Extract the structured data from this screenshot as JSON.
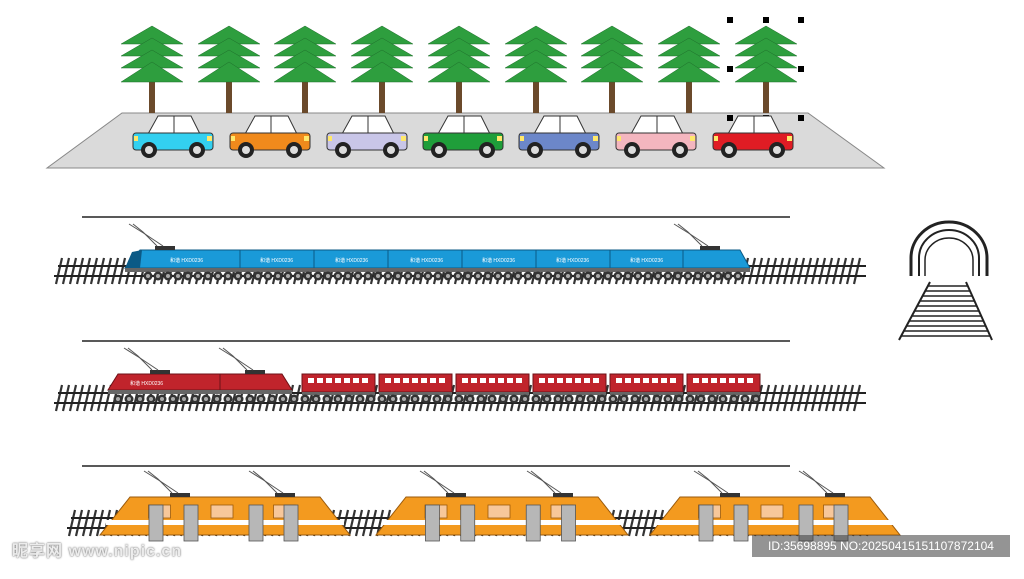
{
  "colors": {
    "tree": "#2e9e3e",
    "trunk": "#6b4a2b",
    "road": "#dadada",
    "cars": [
      "#33d0f0",
      "#f08a1c",
      "#c9c6e8",
      "#1f9e3a",
      "#6c87c9",
      "#f4b6bf",
      "#e01c24"
    ],
    "blue_train": "#1a9ad8",
    "red_train": "#c0242c",
    "orange_train": "#f39a1f"
  },
  "trains": {
    "blue_loco_text": "和谐 HXD0236",
    "red_loco_text": "和谐 HXD0236"
  },
  "watermarks": {
    "left": "昵享网 www.nipic.cn",
    "right": "ID:35698895 NO:20250415151107872104"
  }
}
